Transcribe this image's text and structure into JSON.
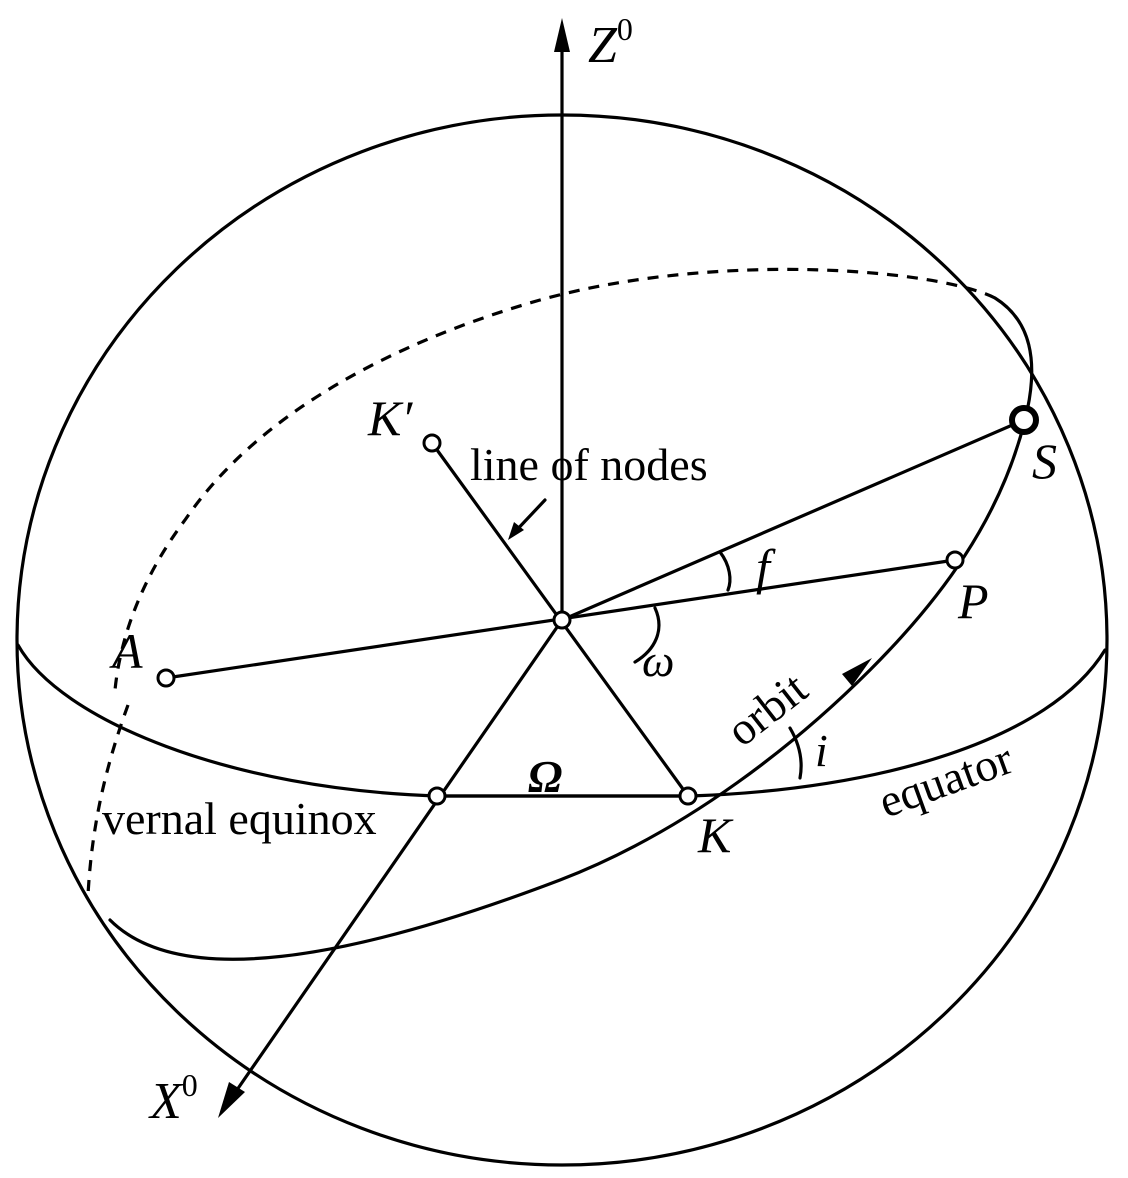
{
  "axes": {
    "z": "Z",
    "z_sup": "0",
    "x": "X",
    "x_sup": "0"
  },
  "points": {
    "k_prime": "K′",
    "a": "A",
    "k": "K",
    "p": "P",
    "s": "S"
  },
  "angles": {
    "omega_big": "Ω",
    "omega_small": "ω",
    "f": "f",
    "i": "i"
  },
  "labels": {
    "line_of_nodes": "line of nodes",
    "vernal_equinox": "vernal equinox",
    "orbit": "orbit",
    "equator": "equator"
  }
}
